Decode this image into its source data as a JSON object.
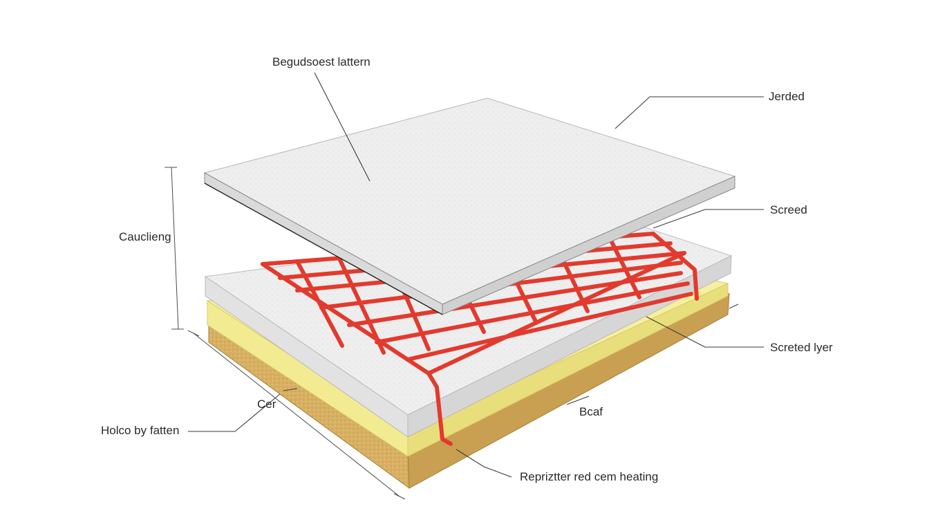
{
  "labels": {
    "top_left": "Begudsoest lattern",
    "top_right": "Jerded",
    "screed": "Screed",
    "left_dimension": "Cauclieng",
    "screed_layer": "Screted lyer",
    "cer": "Cer",
    "bcaf": "Bcaf",
    "bottom_left": "Holco by fatten",
    "bottom_right": "Repriztter red cem heating"
  },
  "colors": {
    "slab": "#efefef",
    "slab_edge": "#c9c9c9",
    "pipe": "#e23a2e",
    "insulation": "#f6ef9f",
    "base": "#d9b266"
  }
}
